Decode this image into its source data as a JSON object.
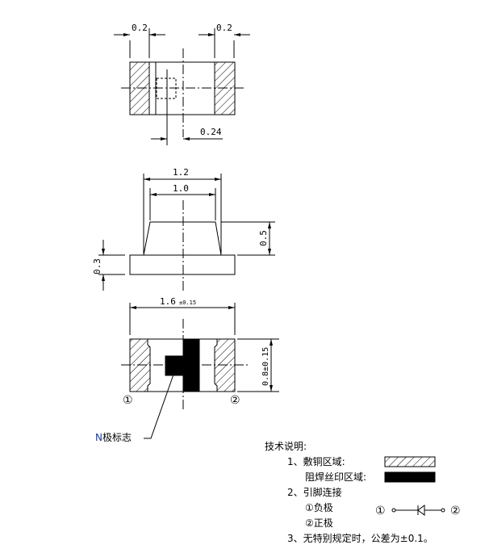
{
  "top_view": {
    "dim_left_pad": "0.2",
    "dim_right_pad": "0.2",
    "dim_chip_offset": "0.24"
  },
  "side_view": {
    "dim_top_outer": "1.2",
    "dim_top_inner": "1.0",
    "dim_lens_height": "0.5",
    "dim_base_height": "0.3"
  },
  "bottom_view": {
    "dim_length": "1.6",
    "dim_length_tol": "±0.15",
    "dim_width": "0.8±0.15",
    "pin1_label": "①",
    "pin2_label": "②",
    "polarity_mark_prefix": "N",
    "polarity_mark_label": "极标志"
  },
  "notes": {
    "title": "技术说明:",
    "item1": "1、敷铜区域:",
    "item1b": "阻焊丝印区域:",
    "item2": "2、引脚连接",
    "item2a": "①负极",
    "item2b": "②正极",
    "item3": "3、无特别规定时，公差为±0.1。",
    "diode_left": "①",
    "diode_right": "②"
  },
  "colors": {
    "line": "#000000",
    "background": "#ffffff",
    "n_marker": "#1a3aa0"
  }
}
